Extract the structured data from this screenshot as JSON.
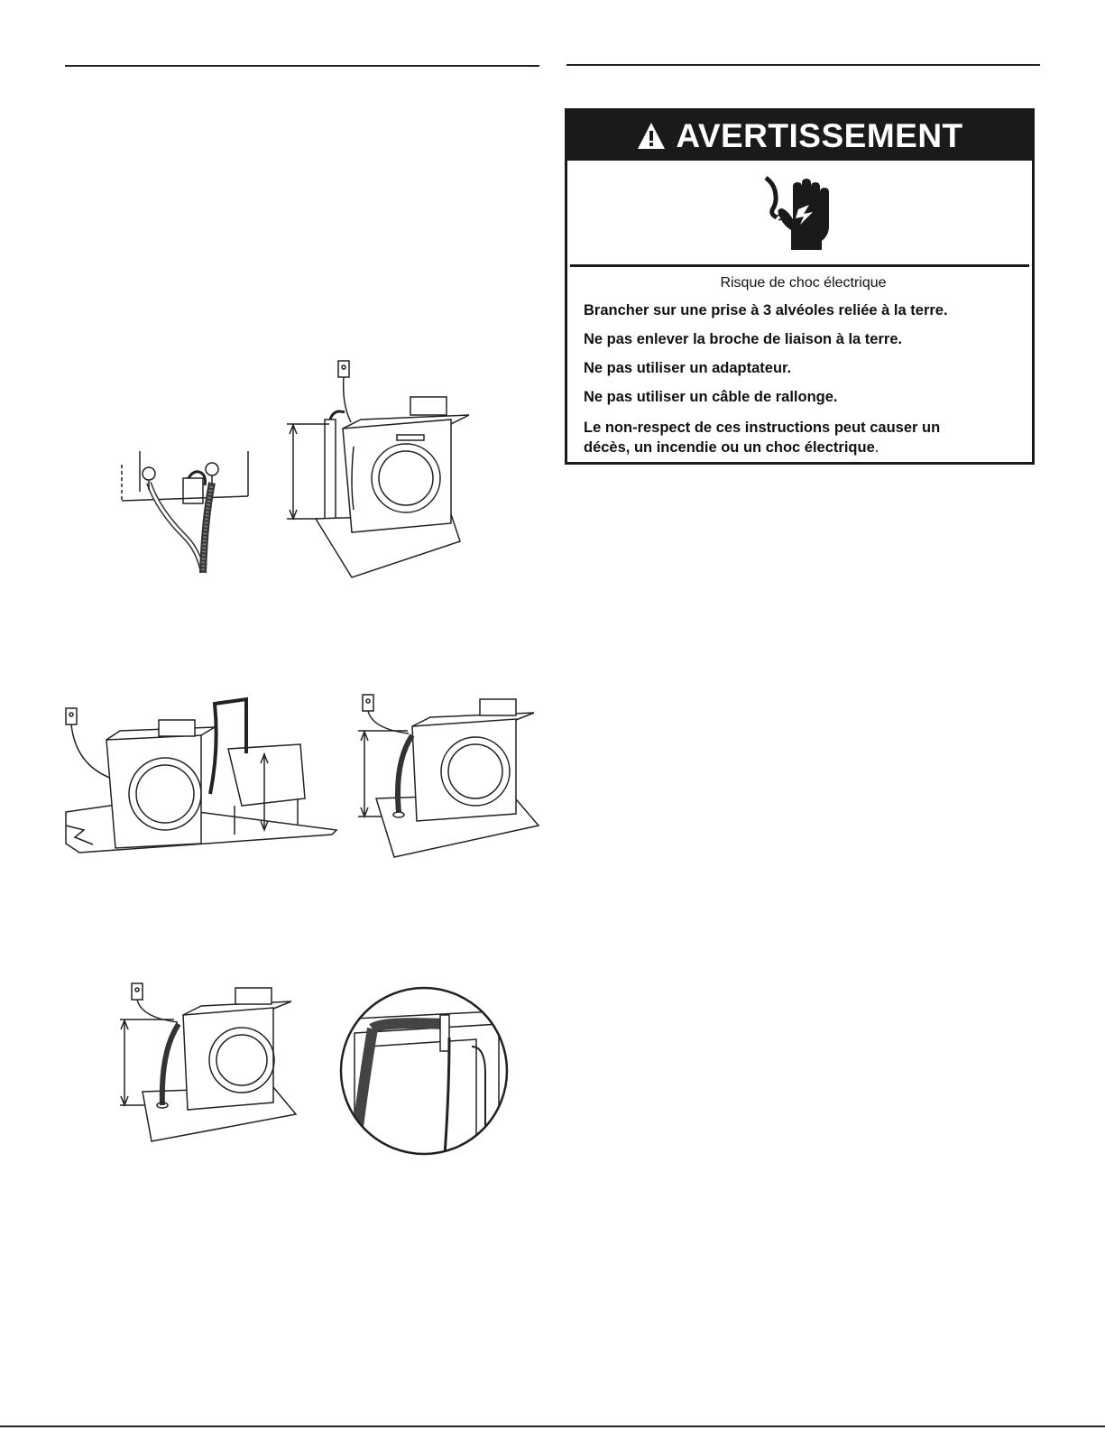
{
  "warning": {
    "title": "AVERTISSEMENT",
    "hazard": "Risque de choc électrique",
    "lines": [
      "Brancher sur une prise à 3 alvéoles reliée à la terre.",
      "Ne pas enlever la broche de liaison à la terre.",
      "Ne pas utiliser un adaptateur.",
      "Ne pas utiliser un câble de rallonge."
    ],
    "consequence_bold": "Le non-respect de ces instructions peut causer un décès, un incendie ou un choc électrique",
    "consequence_end": "."
  },
  "icons": {
    "warning_triangle": "warning-triangle-icon",
    "shock_hand": "electric-shock-hand-icon"
  },
  "colors": {
    "ink": "#1a1a1a",
    "paper": "#ffffff"
  }
}
